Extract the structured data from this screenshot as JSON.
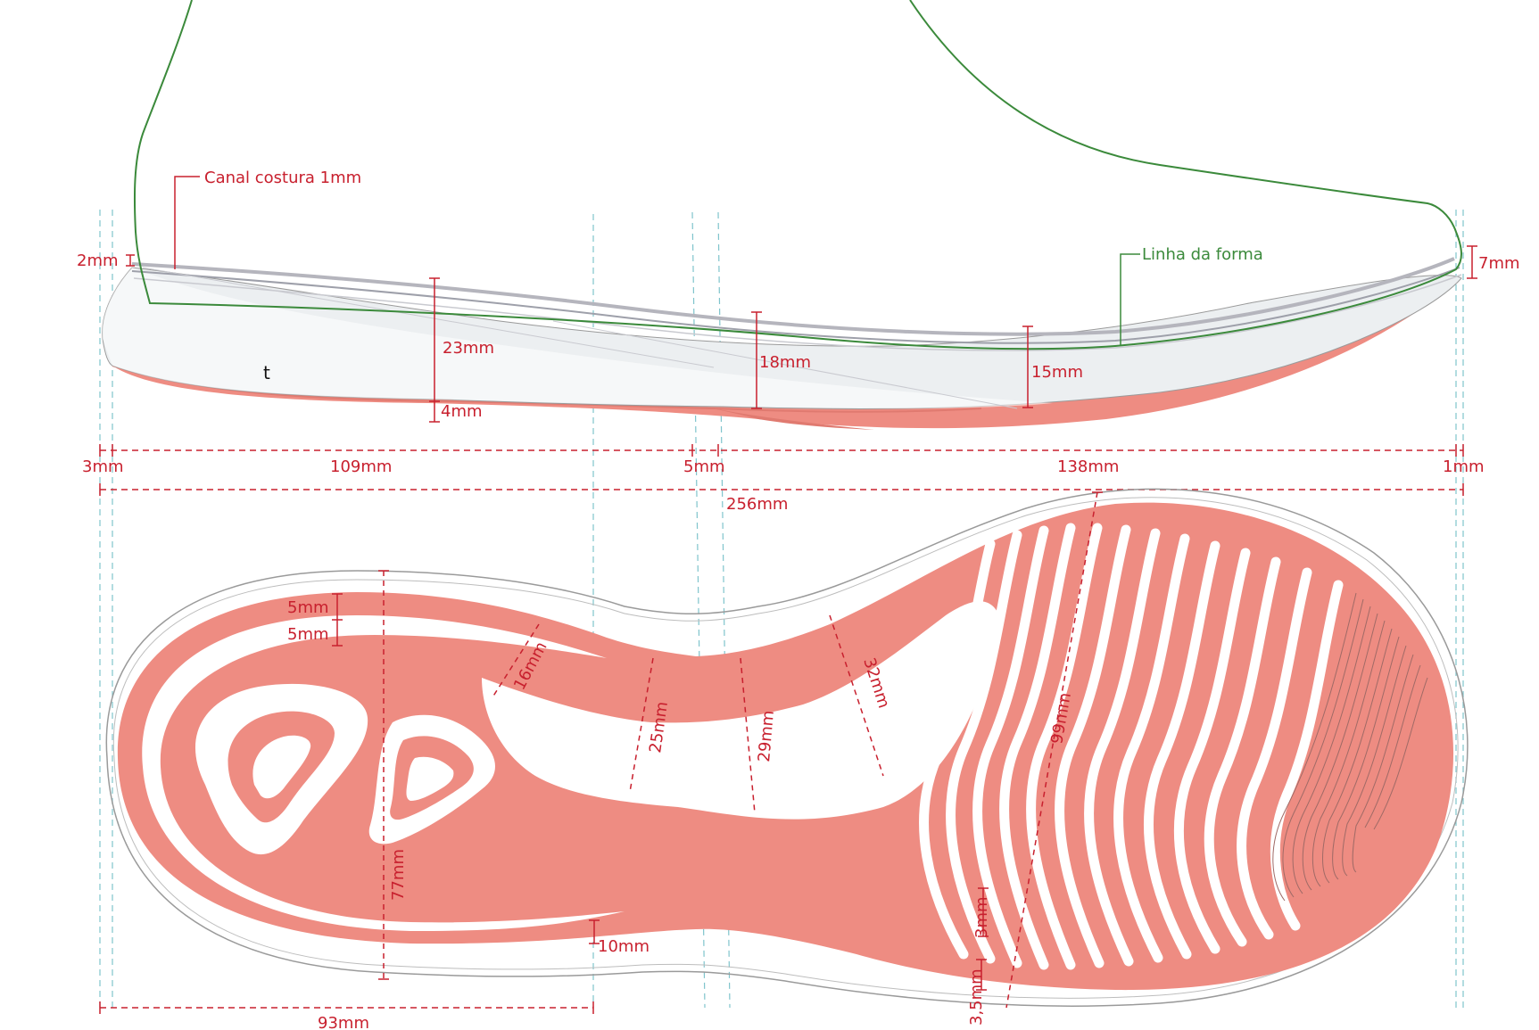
{
  "colors": {
    "sole": "#ee8c82",
    "soleDark": "#e07a70",
    "dimension": "#c8202e",
    "lastLine": "#3b8a3b",
    "guide": "#7fc4cc",
    "outline": "#9a9a9a"
  },
  "side_view": {
    "label_stitch": "Canal costura 1mm",
    "label_last": "Linha da forma",
    "marker_t": "t",
    "dims": {
      "d2mm": "2mm",
      "d7mm": "7mm",
      "d23mm": "23mm",
      "d4mm": "4mm",
      "d18mm": "18mm",
      "d15mm": "15mm"
    }
  },
  "length_dims": {
    "d3mm": "3mm",
    "d109mm": "109mm",
    "d5mm": "5mm",
    "d138mm": "138mm",
    "d1mm": "1mm",
    "d256mm": "256mm"
  },
  "bottom_view": {
    "dims": {
      "d5a": "5mm",
      "d5b": "5mm",
      "d16": "16mm",
      "d25": "25mm",
      "d29": "29mm",
      "d32": "32mm",
      "d99": "99mm",
      "d77": "77mm",
      "d10": "10mm",
      "d3": "3mm",
      "d35": "3,5mm",
      "d93": "93mm"
    }
  }
}
